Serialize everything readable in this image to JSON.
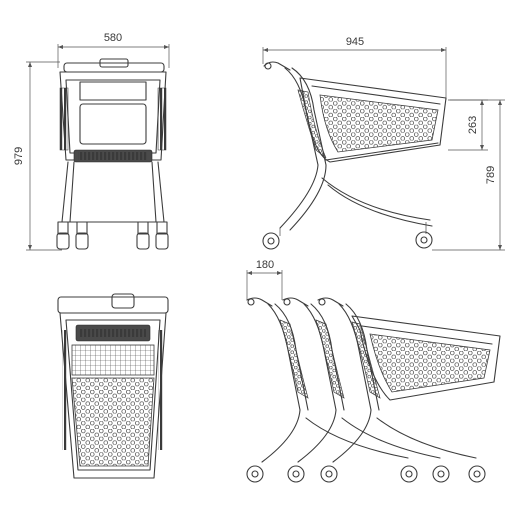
{
  "dimensions": {
    "width": "580",
    "height_total": "979",
    "length": "945",
    "basket_height": "263",
    "handle_height": "789",
    "nesting": "180"
  },
  "colors": {
    "line": "#3d3d3d",
    "dimension": "#555555",
    "background": "#ffffff"
  }
}
